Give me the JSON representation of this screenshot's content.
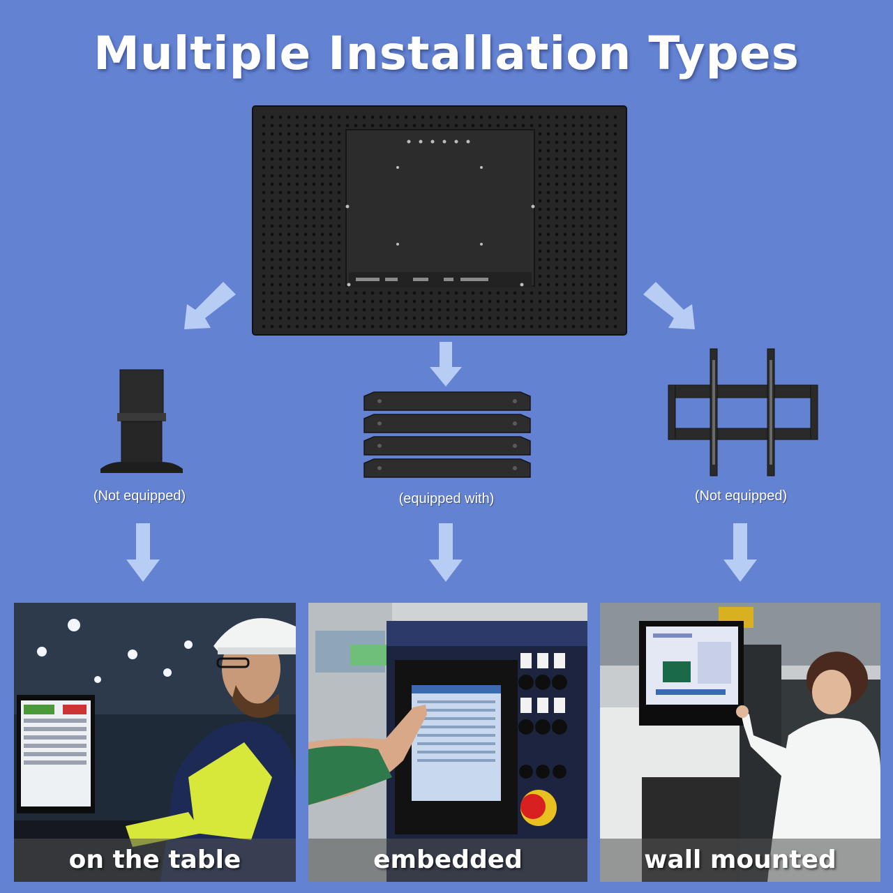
{
  "title": "Multiple Installation Types",
  "colors": {
    "background": "#6382d2",
    "arrow": "#b8cdf4",
    "hardware": "#2a2a2a"
  },
  "accessories": [
    {
      "name": "desk-stand",
      "caption": "(Not equipped)"
    },
    {
      "name": "embedded-brackets",
      "caption": "(equipped with)"
    },
    {
      "name": "wall-mount-bracket",
      "caption": "(Not equipped)"
    }
  ],
  "scenes": [
    {
      "label": "on the table"
    },
    {
      "label": "embedded"
    },
    {
      "label": "wall mounted"
    }
  ],
  "icons": [
    "arrow-down-left-icon",
    "arrow-down-icon",
    "arrow-down-right-icon"
  ]
}
